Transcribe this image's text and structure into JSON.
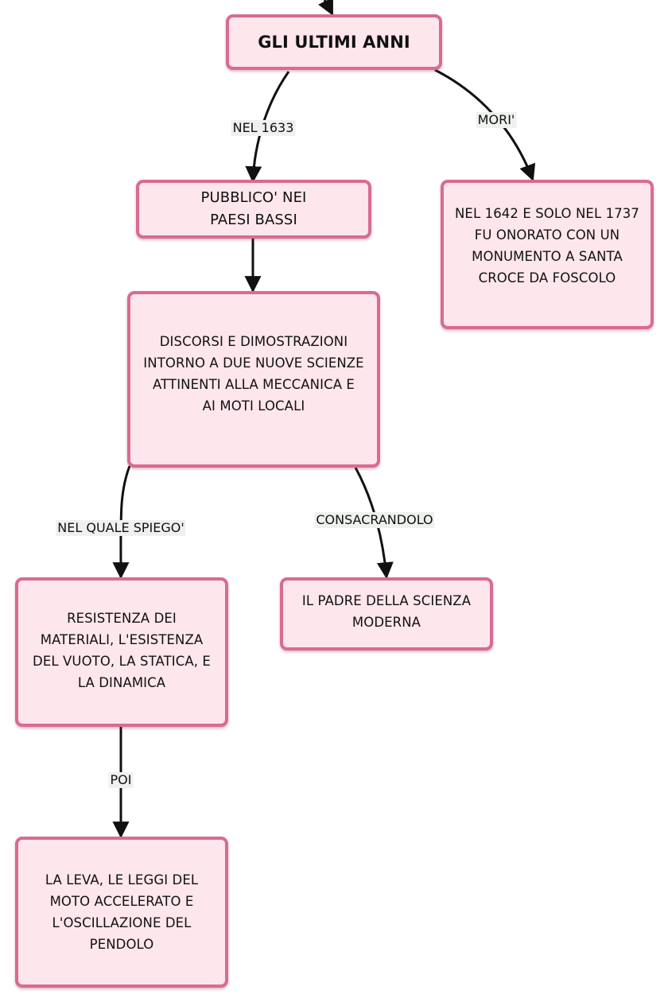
{
  "nodes": {
    "ultimi_anni": "GLI ULTIMI ANNI",
    "pubblico": "PUBBLICO' NEI\nPAESI BASSI",
    "mori": "NEL 1642 E SOLO NEL 1737\nFU ONORATO CON UN\nMONUMENTO A SANTA\nCROCE DA FOSCOLO",
    "discorsi": "DISCORSI E DIMOSTRAZIONI\nINTORNO A DUE NUOVE SCIENZE\nATTINENTI ALLA MECCANICA E\nAI MOTI LOCALI",
    "resistenza": "RESISTENZA DEI\nMATERIALI, L'ESISTENZA\nDEL VUOTO, LA STATICA, E\nLA DINAMICA",
    "padre": "IL PADRE DELLA SCIENZA\nMODERNA",
    "leva": "LA LEVA, LE LEGGI DEL\nMOTO ACCELERATO E\nL'OSCILLAZIONE DEL\nPENDOLO"
  },
  "edges": {
    "nel_1633": "NEL 1633",
    "mori": "MORI'",
    "nel_quale_spiego": "NEL QUALE SPIEGO'",
    "consacrandolo": "CONSACRANDOLO",
    "poi": "POI"
  }
}
